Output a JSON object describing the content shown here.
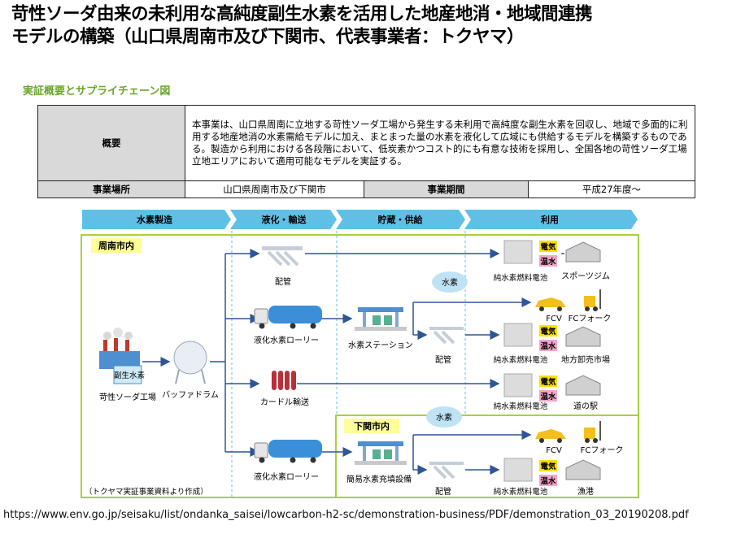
{
  "title": {
    "line1": "苛性ソーダ由来の未利用な高純度副生水素を活用した地産地消・地域間連携",
    "line2": "モデルの構築（山口県周南市及び下関市、代表事業者：トクヤマ）"
  },
  "subtitle": "実証概要とサプライチェーン図",
  "overview_table": {
    "summary_header": "概要",
    "summary_text": "本事業は、山口県周南に立地する苛性ソーダ工場から発生する未利用で高純度な副生水素を回収し、地域で多面的に利用する地産地消の水素需給モデルに加え、まとまった量の水素を液化して広域にも供給するモデルを構築するものである。製造から利用における各段階において、低炭素かつコスト的にも有意な技術を採用し、全国各地の苛性ソーダ工場立地エリアにおいて適用可能なモデルを実証する。",
    "location_header": "事業場所",
    "location_value": "山口県周南市及び下関市",
    "period_header": "事業期間",
    "period_value": "平成27年度～"
  },
  "stages": [
    "水素製造",
    "液化・輸送",
    "貯蔵・供給",
    "利用"
  ],
  "diagram": {
    "region_shunan": "周南市内",
    "region_shimonoseki": "下関市内",
    "plant_inner": "副生水素",
    "plant": "苛性ソーダ工場",
    "buffer_drum": "バッファドラム",
    "pipeline_1": "配管",
    "lorry_1": "液化水素ローリー",
    "curdle": "カードル輸送",
    "lorry_2": "液化水素ローリー",
    "station": "水素ステーション",
    "simple_station": "簡易水素充填設備",
    "pipeline_2": "配管",
    "pipeline_3": "配管",
    "hydrogen_bubble_1": "水素",
    "hydrogen_bubble_2": "水素",
    "fuel_cell_label": "純水素燃料電池",
    "electricity": "電気",
    "hot_water": "温水",
    "sports_gym": "スポーツジム",
    "fcv": "FCV",
    "fc_fork": "FCフォーク",
    "market": "地方卸売市場",
    "michi_no_eki": "道の駅",
    "fishing_port": "漁港",
    "source_note": "（トクヤマ実証事業資料より作成）"
  },
  "colors": {
    "title_accent": "#6aa62b",
    "stage_arrow": "#5fc0e6",
    "region_border": "#a9cf3b",
    "region_label_bg": "#ffff99",
    "flow_line": "#2e5597",
    "hydrogen_bubble": "#bfe3f5"
  },
  "footer_url": "https://www.env.go.jp/seisaku/list/ondanka_saisei/lowcarbon-h2-sc/demonstration-business/PDF/demonstration_03_20190208.pdf"
}
